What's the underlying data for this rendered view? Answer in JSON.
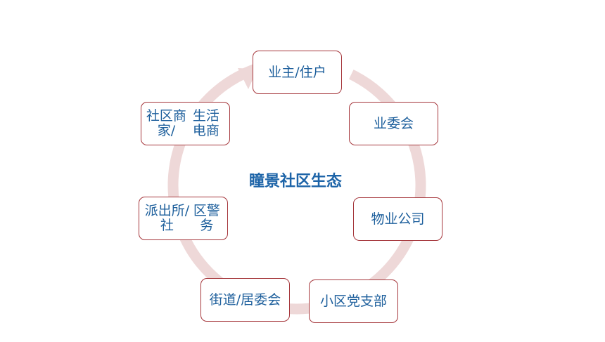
{
  "center_title": "瞳景社区生态",
  "colors": {
    "ring": "#eed8d8",
    "node_border": "#a5363b",
    "node_text": "#1d5f9c",
    "title_text": "#1d64a8"
  },
  "nodes": [
    {
      "id": "owners",
      "lines": [
        "业主/住户"
      ]
    },
    {
      "id": "owners-committee",
      "lines": [
        "业委会"
      ]
    },
    {
      "id": "property-company",
      "lines": [
        "物业公司"
      ]
    },
    {
      "id": "party-branch",
      "lines": [
        "小区党支部"
      ]
    },
    {
      "id": "street-committee",
      "lines": [
        "街道/居委",
        "会"
      ]
    },
    {
      "id": "police",
      "lines": [
        "派出所/社",
        "区警务"
      ]
    },
    {
      "id": "merchants",
      "lines": [
        "社区商家/",
        "生活电商"
      ]
    }
  ]
}
